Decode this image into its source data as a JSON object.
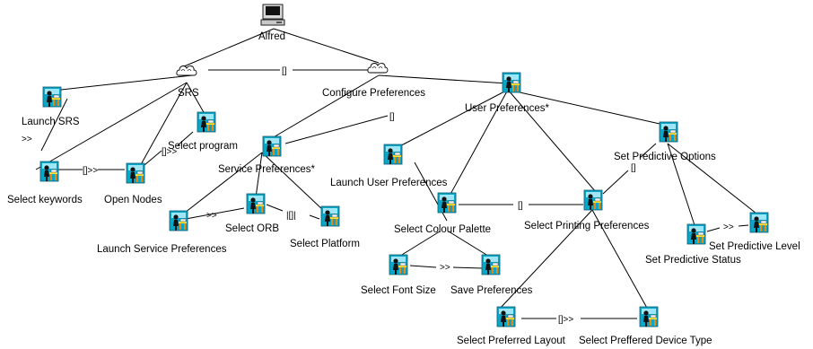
{
  "diagram": {
    "root": "Alfred",
    "nodes": {
      "srs": "SRS",
      "launch_srs": "Launch SRS",
      "select_keywords": "Select keywords",
      "open_nodes": "Open Nodes",
      "select_program": "Select program",
      "configure_preferences": "Configure Preferences",
      "user_preferences": "User Preferences*",
      "service_preferences": "Service Preferences*",
      "launch_service_preferences": "Launch Service Preferences",
      "select_orb": "Select ORB",
      "select_platform": "Select Platform",
      "launch_user_preferences": "Launch User Preferences",
      "select_colour_palette": "Select Colour Palette",
      "select_printing_preferences": "Select Printing Preferences",
      "set_predictive_options": "Set Predictive Options",
      "set_predictive_status": "Set Predictive Status",
      "set_predictive_level": "Set Predictive Level",
      "select_font_size": "Select Font Size",
      "save_preferences": "Save Preferences",
      "select_preferred_layout": "Select Preferred Layout",
      "select_preffered_device_type": "Select Preffered Device Type"
    },
    "operators": {
      "srs_config": "[]",
      "launch_keywords": ">>",
      "keywords_open": "[]>>",
      "open_program": "[]>>",
      "service_user": "[]",
      "launch_orb": ">>",
      "orb_platform": "|[]|",
      "colour_printing": "[]",
      "printing_predictive": "[]",
      "font_save": ">>",
      "status_level": ">>",
      "layout_device": "[]>>"
    }
  }
}
